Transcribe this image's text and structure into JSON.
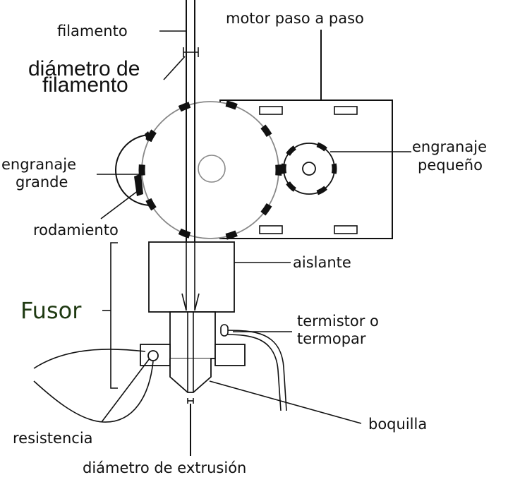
{
  "labels": {
    "filamento": "filamento",
    "motor": "motor paso a paso",
    "diametro_filamento_1": "diámetro de",
    "diametro_filamento_2": "filamento",
    "engranaje_grande_1": "engranaje",
    "engranaje_grande_2": "grande",
    "engranaje_pequeno_1": "engranaje",
    "engranaje_pequeno_2": "pequeño",
    "rodamiento": "rodamiento",
    "aislante": "aislante",
    "fusor": "Fusor",
    "termistor_1": "termistor o",
    "termistor_2": "termopar",
    "boquilla": "boquilla",
    "resistencia": "resistencia",
    "diametro_extrusion": "diámetro de extrusión"
  }
}
